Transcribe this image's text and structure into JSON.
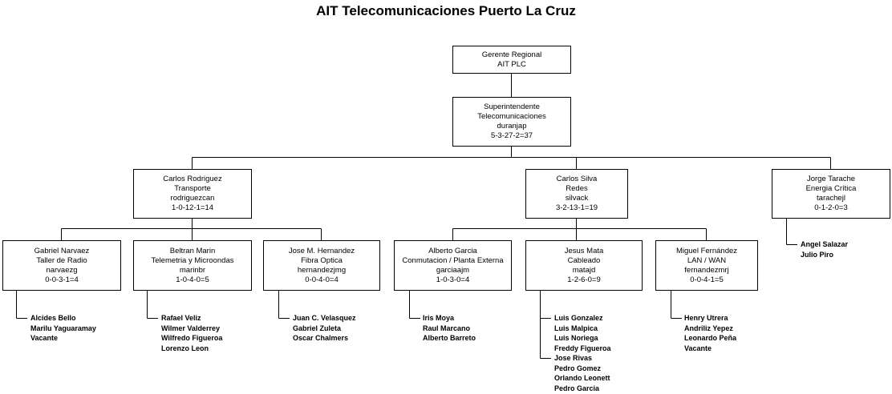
{
  "title": "AIT Telecomunicaciones Puerto La Cruz",
  "chart": {
    "root": {
      "lines": [
        "Gerente Regional",
        "AIT PLC"
      ],
      "children": [
        {
          "lines": [
            "Superintendente",
            "Telecomunicaciones",
            "duranjap",
            "5-3-27-2=37"
          ],
          "children": [
            {
              "lines": [
                "Carlos Rodriguez",
                "Transporte",
                "rodriguezcan",
                "1-0-12-1=14"
              ],
              "children": [
                {
                  "lines": [
                    "Gabriel Narvaez",
                    "Taller de Radio",
                    "narvaezg",
                    "0-0-3-1=4"
                  ],
                  "staff": [
                    "Alcides Bello",
                    "Marilu Yaguaramay",
                    "Vacante"
                  ]
                },
                {
                  "lines": [
                    "Beltran Marin",
                    "Telemetria y Microondas",
                    "marinbr",
                    "1-0-4-0=5"
                  ],
                  "staff": [
                    "Rafael Veliz",
                    "Wilmer Valderrey",
                    "Wilfredo Figueroa",
                    "Lorenzo Leon"
                  ]
                },
                {
                  "lines": [
                    "Jose M. Hernandez",
                    "Fibra Optica",
                    "hernandezjmg",
                    "0-0-4-0=4"
                  ],
                  "staff": [
                    "Juan C. Velasquez",
                    "Gabriel Zuleta",
                    "Oscar Chalmers"
                  ]
                }
              ]
            },
            {
              "lines": [
                "Carlos Silva",
                "Redes",
                "silvack",
                "3-2-13-1=19"
              ],
              "children": [
                {
                  "lines": [
                    "Alberto Garcia",
                    "Conmutacion / Planta Externa",
                    "garciaajm",
                    "1-0-3-0=4"
                  ],
                  "staff": [
                    "Iris Moya",
                    "Raul Marcano",
                    "Alberto Barreto"
                  ]
                },
                {
                  "lines": [
                    "Jesus Mata",
                    "Cableado",
                    "matajd",
                    "1-2-6-0=9"
                  ],
                  "staff": [
                    "Luis Gonzalez",
                    "Luis Malpica",
                    "Luis Noriega",
                    "Freddy Figueroa",
                    "Jose Rivas",
                    "Pedro Gomez",
                    "Orlando Leonett",
                    "Pedro Garcia"
                  ]
                },
                {
                  "lines": [
                    "Miguel Fernández",
                    "LAN / WAN",
                    "fernandezmrj",
                    "0-0-4-1=5"
                  ],
                  "staff": [
                    "Henry Utrera",
                    "Andriliz Yepez",
                    "Leonardo Peña",
                    "Vacante"
                  ]
                }
              ]
            },
            {
              "lines": [
                "Jorge Tarache",
                "Energia Crítica",
                "tarachejl",
                "0-1-2-0=3"
              ],
              "staff": [
                "Angel Salazar",
                "Julio Piro"
              ]
            }
          ]
        }
      ]
    }
  }
}
